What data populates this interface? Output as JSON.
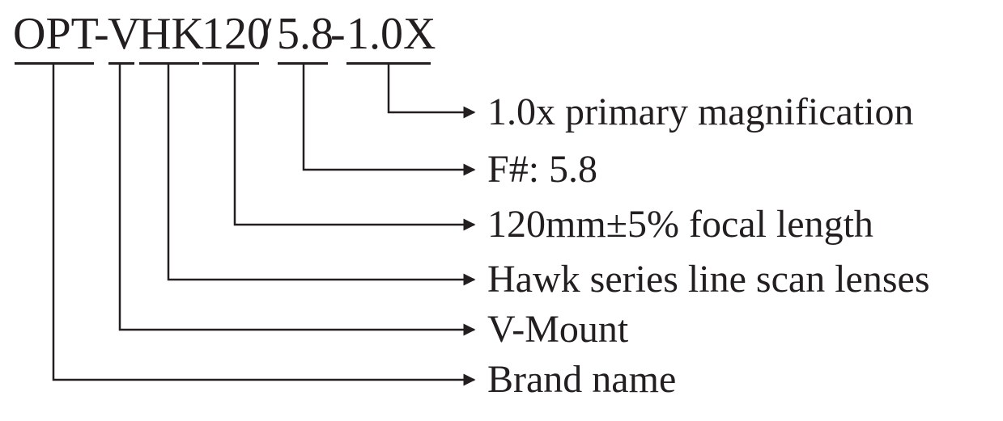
{
  "model_code": {
    "segments": [
      "OPT",
      "-",
      "V",
      "HK",
      "120",
      "/",
      "5.8",
      "-",
      "1.0X"
    ]
  },
  "callouts": [
    {
      "segment_index": 8,
      "label": "1.0x primary magnification"
    },
    {
      "segment_index": 6,
      "label": "F#: 5.8"
    },
    {
      "segment_index": 4,
      "label": "120mm±5% focal length"
    },
    {
      "segment_index": 3,
      "label": "Hawk series line scan lenses"
    },
    {
      "segment_index": 2,
      "label": "V-Mount"
    },
    {
      "segment_index": 0,
      "label": "Brand name"
    }
  ],
  "colors": {
    "ink": "#231f20",
    "background": "#ffffff"
  }
}
